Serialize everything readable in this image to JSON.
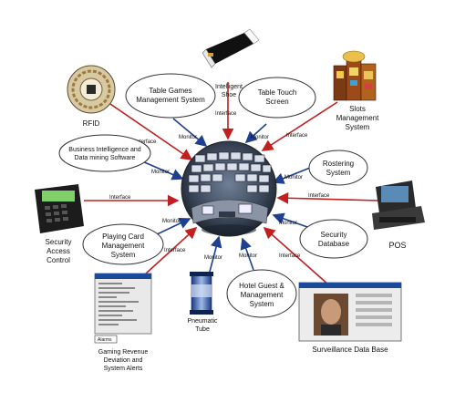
{
  "center": {
    "name": "control-room"
  },
  "labels": {
    "rfid": "RFID",
    "table_games": [
      "Table Games",
      "Management System"
    ],
    "intelligent_shoe": [
      "Intelligent",
      "Shoe"
    ],
    "table_touch": [
      "Table Touch",
      "Screen"
    ],
    "slots": [
      "Slots",
      "Management",
      "System"
    ],
    "bi": [
      "Business Intelligence and",
      "Data mining Software"
    ],
    "rostering": [
      "Rostering",
      "System"
    ],
    "security_access": [
      "Security",
      "Access",
      "Control"
    ],
    "pos": "POS",
    "playing_card": [
      "Playing Card",
      "Management",
      "System"
    ],
    "security_db": [
      "Security",
      "Database"
    ],
    "gaming_revenue": [
      "Gaming Revenue",
      "Deviation and",
      "System Alerts"
    ],
    "pneumatic": [
      "Pneumatic",
      "Tube"
    ],
    "hotel_guest": [
      "Hotel Guest &",
      "Management",
      "System"
    ],
    "surveillance": "Surveillance Data Base",
    "alarm": "Alarms"
  },
  "edge_labels": {
    "interface": "Interface",
    "monitor": "Monitor"
  },
  "colors": {
    "interface_arrow": "#c0201f",
    "monitor_arrow": "#1f3f8f"
  }
}
